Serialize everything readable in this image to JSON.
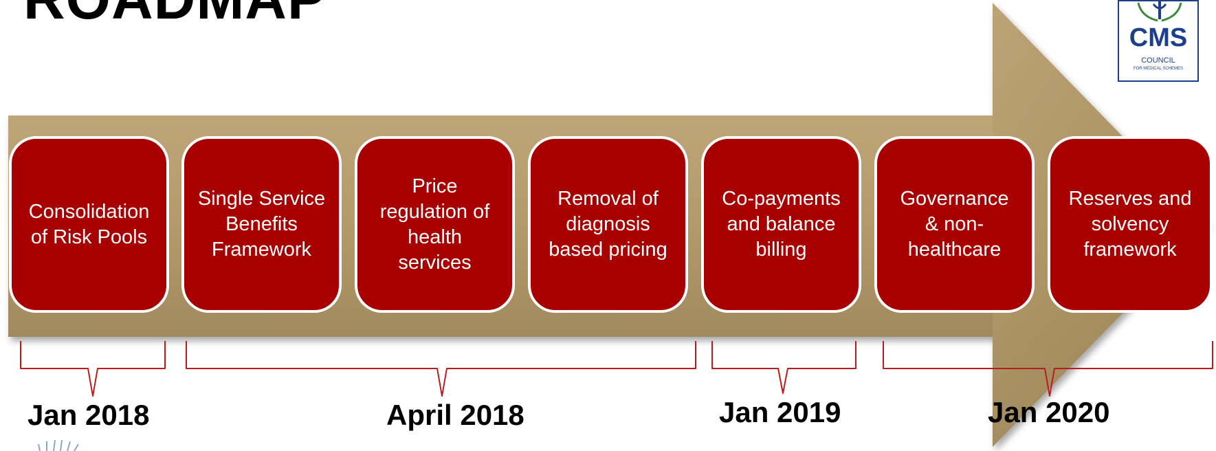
{
  "slide": {
    "title": "ROADMAP"
  },
  "logo": {
    "mark": "CMS",
    "line1": "COUNCIL",
    "line2": "FOR MEDICAL SCHEMES",
    "color": "#1c3f8c"
  },
  "colors": {
    "box_fill": "#a80000",
    "arrow_fill": "#b39a6b",
    "bracket_stroke": "#b81d1d"
  },
  "steps": [
    {
      "lines": [
        "Consolidation",
        "of Risk Pools"
      ]
    },
    {
      "lines": [
        "Single Service",
        "Benefits",
        "Framework"
      ]
    },
    {
      "lines": [
        "Price",
        "regulation of",
        "health",
        "services"
      ]
    },
    {
      "lines": [
        "Removal of",
        "diagnosis",
        "based pricing"
      ]
    },
    {
      "lines": [
        "Co-payments",
        "and balance",
        "billing"
      ]
    },
    {
      "lines": [
        "Governance",
        "& non-",
        "healthcare"
      ]
    },
    {
      "lines": [
        "Reserves and",
        "solvency",
        "framework"
      ]
    }
  ],
  "milestones": [
    {
      "label": "Jan 2018"
    },
    {
      "label": "April 2018"
    },
    {
      "label": "Jan 2019"
    },
    {
      "label": "Jan 2020"
    }
  ]
}
